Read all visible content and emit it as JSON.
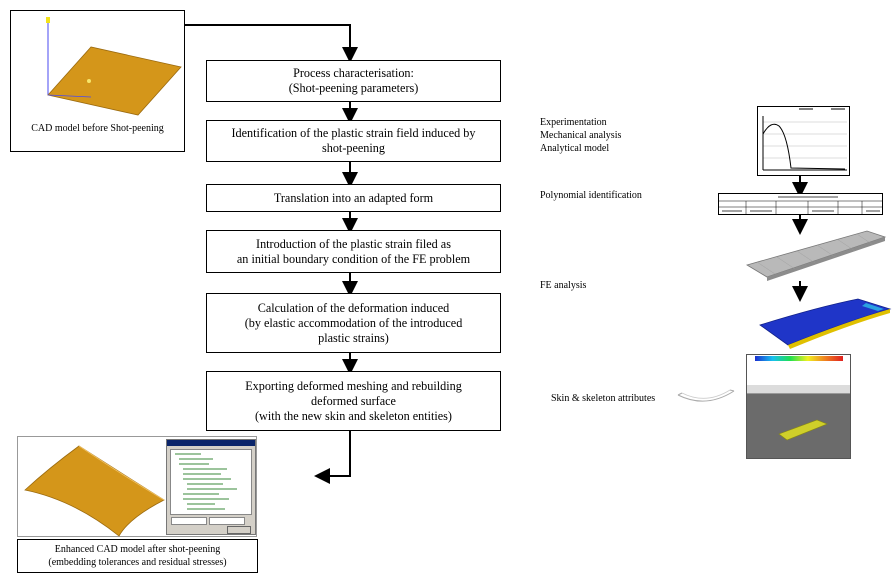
{
  "process_steps": [
    {
      "lines": [
        "Process characterisation:",
        "(Shot-peening parameters)"
      ]
    },
    {
      "lines": [
        "Identification of the plastic strain field induced by",
        "shot-peening"
      ]
    },
    {
      "lines": [
        "Translation into an adapted form"
      ]
    },
    {
      "lines": [
        "Introduction of the plastic strain filed as",
        "an initial boundary condition of the FE problem"
      ]
    },
    {
      "lines": [
        "Calculation of the deformation induced",
        "(by elastic accommodation of the introduced",
        "plastic strains)"
      ]
    },
    {
      "lines": [
        "Exporting deformed meshing and rebuilding",
        "deformed surface",
        "(with the new skin and skeleton entities)"
      ]
    }
  ],
  "cad_before": {
    "caption": "CAD model before Shot-peening"
  },
  "cad_after": {
    "caption_lines": [
      "Enhanced CAD model after shot-peening",
      "(embedding tolerances and residual stresses)"
    ]
  },
  "side_labels": {
    "experimentation": [
      "Experimentation",
      "Mechanical analysis",
      "Analytical model"
    ],
    "polynomial": "Polynomial identification",
    "fe": "FE analysis",
    "skin": "Skin & skeleton attributes"
  },
  "colors": {
    "plate": "#d4961a",
    "fe_blue": "#1f35c8",
    "mesh_gray": "#b9b9b9",
    "viewer_bg": "#6b6b6b",
    "viewer_plate": "#cfcf2a"
  }
}
